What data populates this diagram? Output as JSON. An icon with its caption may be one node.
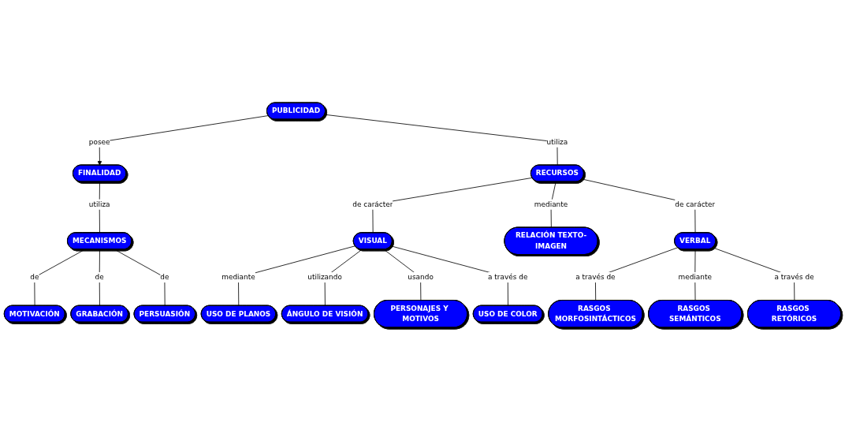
{
  "diagram": {
    "nodes": [
      {
        "text": [
          "PUBLICIDAD"
        ]
      },
      {
        "text": [
          "FINALIDAD"
        ]
      },
      {
        "text": [
          "RECURSOS"
        ]
      },
      {
        "text": [
          "MECANISMOS"
        ]
      },
      {
        "text": [
          "VISUAL"
        ]
      },
      {
        "text": [
          "RELACIÓN TEXTO-IMAGEN"
        ]
      },
      {
        "text": [
          "VERBAL"
        ]
      },
      {
        "text": [
          "MOTIVACIÓN"
        ]
      },
      {
        "text": [
          "GRABACIÓN"
        ]
      },
      {
        "text": [
          "PERSUASIÓN"
        ]
      },
      {
        "text": [
          "USO DE PLANOS"
        ]
      },
      {
        "text": [
          "ÁNGULO DE VISIÓN"
        ]
      },
      {
        "text": [
          "PERSONAJES Y MOTIVOS"
        ]
      },
      {
        "text": [
          "USO DE COLOR"
        ]
      },
      {
        "text": [
          "RASGOS MORFOSINTÁCTICOS"
        ]
      },
      {
        "text": [
          "RASGOS SEMÁNTICOS"
        ]
      },
      {
        "text": [
          "RASGOS RETÓRICOS"
        ]
      }
    ],
    "edges": [
      {
        "from": 0,
        "to": 1,
        "label": "posee",
        "arrow": "to"
      },
      {
        "from": 0,
        "to": 2,
        "label": "utiliza",
        "arrow": "none"
      },
      {
        "from": 1,
        "to": 3,
        "label": "utiliza",
        "arrow": "none"
      },
      {
        "from": 2,
        "to": 4,
        "label": "de carácter",
        "arrow": "none"
      },
      {
        "from": 2,
        "to": 5,
        "label": "mediante",
        "arrow": "none"
      },
      {
        "from": 2,
        "to": 6,
        "label": "de carácter",
        "arrow": "none"
      },
      {
        "from": 3,
        "to": 7,
        "label": "de",
        "arrow": "none"
      },
      {
        "from": 3,
        "to": 8,
        "label": "de",
        "arrow": "none"
      },
      {
        "from": 3,
        "to": 9,
        "label": "de",
        "arrow": "none"
      },
      {
        "from": 4,
        "to": 10,
        "label": "mediante",
        "arrow": "none"
      },
      {
        "from": 4,
        "to": 11,
        "label": "utilizando",
        "arrow": "none"
      },
      {
        "from": 4,
        "to": 12,
        "label": "usando",
        "arrow": "none"
      },
      {
        "from": 4,
        "to": 13,
        "label": "a través de",
        "arrow": "none"
      },
      {
        "from": 6,
        "to": 14,
        "label": "a través de",
        "arrow": "none"
      },
      {
        "from": 6,
        "to": 15,
        "label": "mediante",
        "arrow": "none"
      },
      {
        "from": 6,
        "to": 16,
        "label": "a través de",
        "arrow": "none"
      }
    ]
  }
}
